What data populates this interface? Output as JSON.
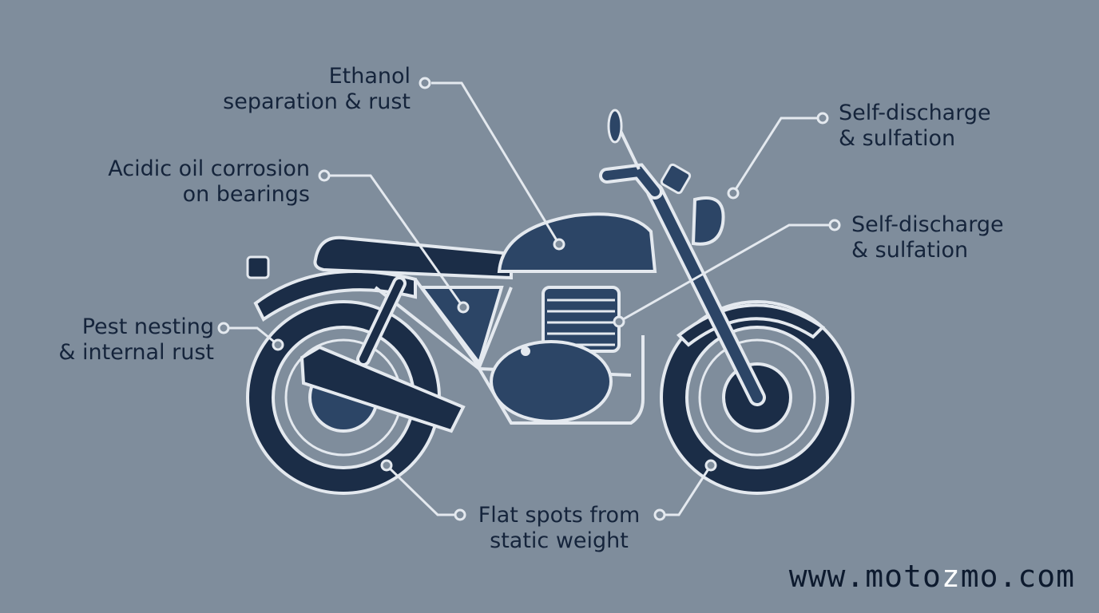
{
  "colors": {
    "background": "#7f8d9c",
    "bike_fill": "#2c4566",
    "bike_dark": "#1b2d47",
    "outline": "#e4e9ef",
    "leader": "#e4e9ef",
    "text": "#15243b"
  },
  "callouts": {
    "fuel_tank": {
      "line1": "Ethanol",
      "line2": "separation & rust"
    },
    "oil": {
      "line1": "Acidic oil corrosion",
      "line2": "on bearings"
    },
    "exhaust": {
      "line1": "Pest nesting",
      "line2": "& internal rust"
    },
    "battery_top": {
      "line1": "Self-discharge",
      "line2": "& sulfation"
    },
    "battery_mid": {
      "line1": "Self-discharge",
      "line2": "& sulfation"
    },
    "tires": {
      "line1": "Flat spots from",
      "line2": "static weight"
    }
  },
  "watermark": {
    "pre": "www.moto",
    "mid": "z",
    "post": "mo.com"
  }
}
